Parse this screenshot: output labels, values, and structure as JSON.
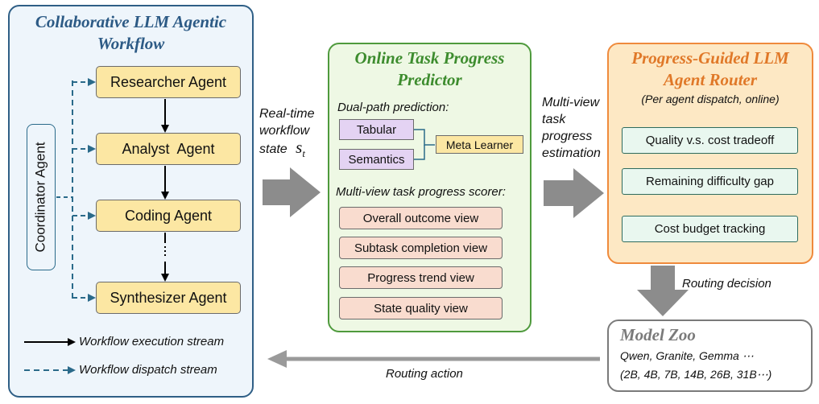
{
  "workflow": {
    "title_line1": "Collaborative LLM Agentic",
    "title_line2": "Workflow",
    "coordinator": "Coordinator Agent",
    "agents": [
      "Researcher Agent",
      "Analyst  Agent",
      "Coding Agent",
      "Synthesizer Agent"
    ],
    "legend": {
      "execution": "Workflow execution stream",
      "dispatch": "Workflow dispatch stream"
    }
  },
  "state_label": {
    "line1": "Real-time",
    "line2": "workflow",
    "line3": "state",
    "symbol": "s",
    "subscript": "t"
  },
  "predictor": {
    "title_line1": "Online Task Progress",
    "title_line2": "Predictor",
    "dual_heading": "Dual-path prediction:",
    "dual_paths": [
      "Tabular",
      "Semantics"
    ],
    "meta_learner": "Meta Learner",
    "scorer_heading": "Multi-view task progress scorer:",
    "views": [
      "Overall outcome view",
      "Subtask completion view",
      "Progress trend view",
      "State quality view"
    ]
  },
  "estimation_label": [
    "Multi-view",
    "task",
    "progress",
    "estimation"
  ],
  "router": {
    "title_line1": "Progress-Guided LLM",
    "title_line2": "Agent Router",
    "subtitle": "(Per agent dispatch, online)",
    "items": [
      "Quality v.s. cost tradeoff",
      "Remaining difficulty gap",
      "Cost budget tracking"
    ]
  },
  "routing_decision": "Routing decision",
  "zoo": {
    "title": "Model Zoo",
    "line1": "Qwen, Granite, Gemma ⋯",
    "line2": "(2B, 4B, 7B, 14B, 26B, 31B⋯)"
  },
  "routing_action": "Routing action",
  "colors": {
    "workflow_border": "#2f5f86",
    "workflow_title": "#2c5a85",
    "workflow_bg": "#eef5fb",
    "predictor_border": "#4f9a3d",
    "predictor_title": "#3d8c2e",
    "predictor_bg": "#eef8e4",
    "router_border": "#ef8a3c",
    "router_title": "#e07828",
    "router_bg": "#fde8c4",
    "zoo_border": "#7a7a7a",
    "zoo_title": "#7a7a7a",
    "agent_fill": "#fce7a3",
    "dispatch": "#2a6a8a",
    "big_arrow": "#8c8c8c"
  }
}
